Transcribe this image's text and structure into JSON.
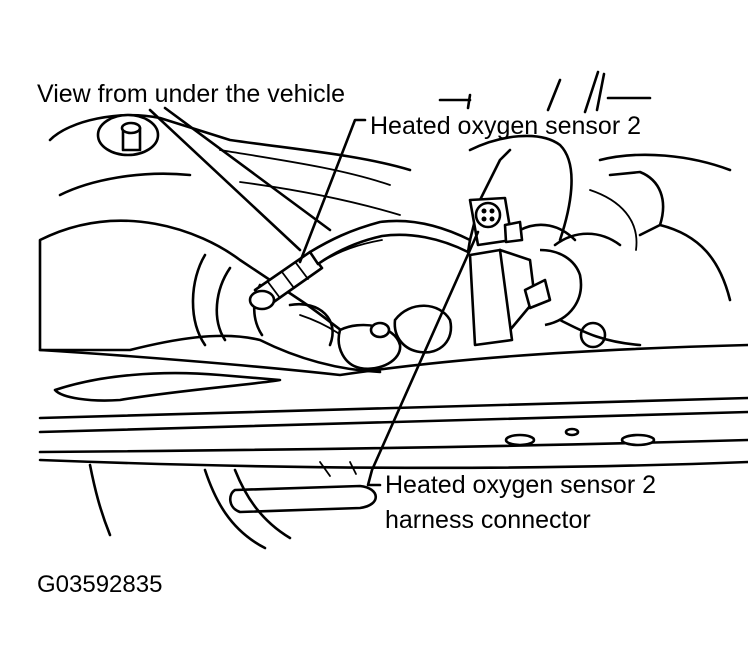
{
  "labels": {
    "view": "View from under the vehicle",
    "sensor": "Heated oxygen sensor 2",
    "connector_line1": "Heated oxygen sensor 2",
    "connector_line2": "harness connector",
    "figure_id": "G03592835"
  }
}
